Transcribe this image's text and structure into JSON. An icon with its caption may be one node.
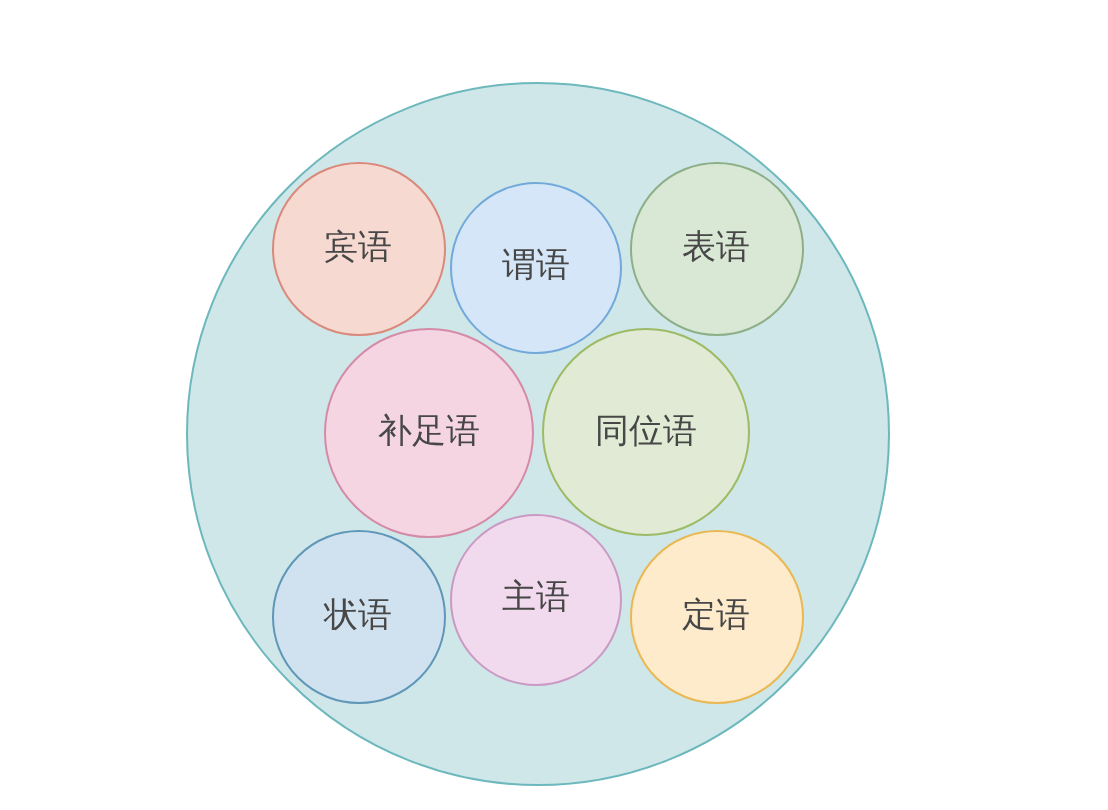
{
  "diagram": {
    "nodes": [
      {
        "text": [],
        "shape": "circle"
      },
      {
        "text": [
          "宾语"
        ],
        "in": 0
      },
      {
        "text": [
          "谓语"
        ],
        "in": 0
      },
      {
        "text": [
          "表语"
        ],
        "in": 0
      },
      {
        "text": [
          "补足语"
        ],
        "in": 0
      },
      {
        "text": [
          "同位语"
        ],
        "in": 0
      },
      {
        "text": [
          "状语"
        ],
        "in": 0
      },
      {
        "text": [
          "主语"
        ],
        "in": 0
      },
      {
        "text": [
          "定语"
        ],
        "in": 0
      }
    ]
  }
}
